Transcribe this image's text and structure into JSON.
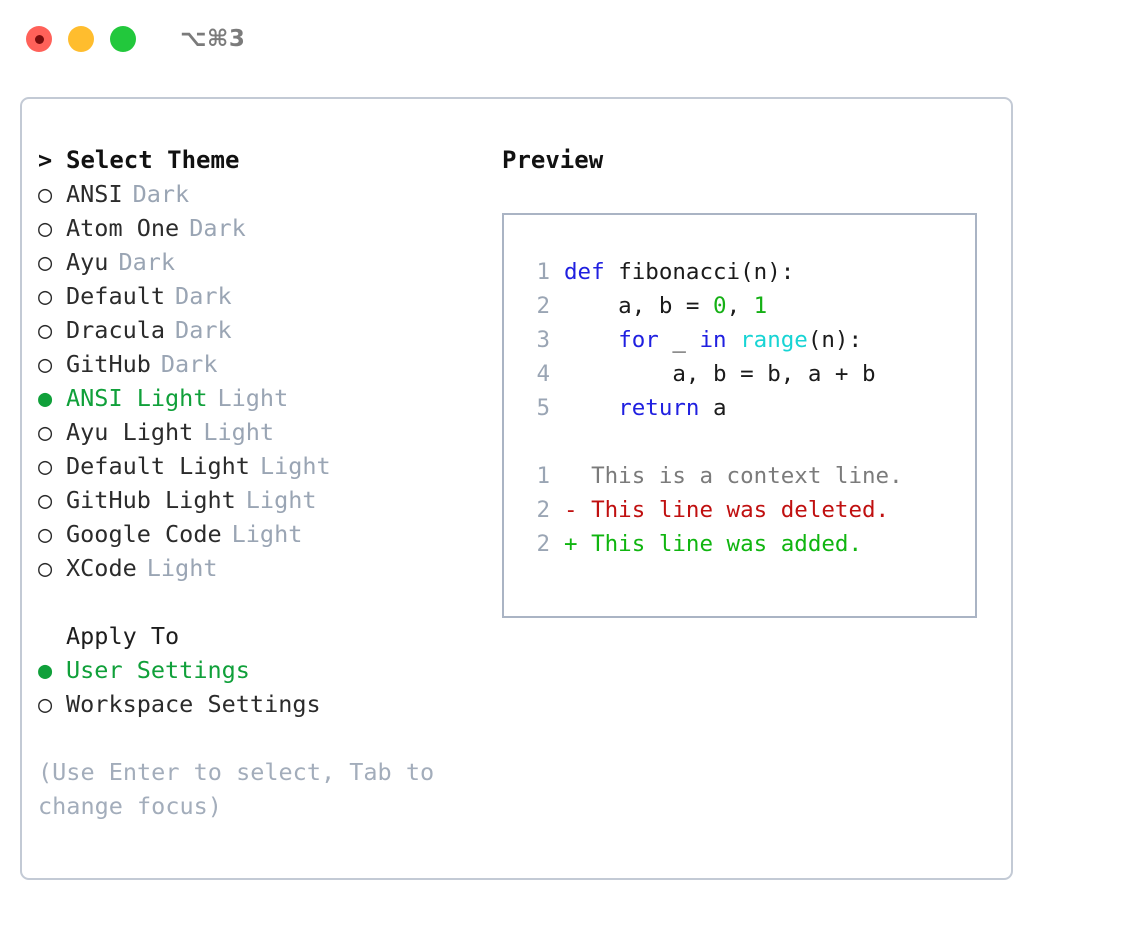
{
  "window": {
    "shortcut": "⌥⌘3",
    "traffic_lights": [
      {
        "name": "close",
        "color": "#ff6159"
      },
      {
        "name": "minimize",
        "color": "#ffbd2e"
      },
      {
        "name": "maximize",
        "color": "#22c83c"
      }
    ]
  },
  "left": {
    "header": {
      "marker": ">",
      "label": "Select Theme"
    },
    "themes": [
      {
        "marker": "○",
        "label": "ANSI",
        "suffix": "Dark",
        "selected": false
      },
      {
        "marker": "○",
        "label": "Atom One",
        "suffix": "Dark",
        "selected": false
      },
      {
        "marker": "○",
        "label": "Ayu",
        "suffix": "Dark",
        "selected": false
      },
      {
        "marker": "○",
        "label": "Default",
        "suffix": "Dark",
        "selected": false
      },
      {
        "marker": "○",
        "label": "Dracula",
        "suffix": "Dark",
        "selected": false
      },
      {
        "marker": "○",
        "label": "GitHub",
        "suffix": "Dark",
        "selected": false
      },
      {
        "marker": "●",
        "label": "ANSI Light",
        "suffix": "Light",
        "selected": true
      },
      {
        "marker": "○",
        "label": "Ayu Light",
        "suffix": "Light",
        "selected": false
      },
      {
        "marker": "○",
        "label": "Default Light",
        "suffix": "Light",
        "selected": false
      },
      {
        "marker": "○",
        "label": "GitHub Light",
        "suffix": "Light",
        "selected": false
      },
      {
        "marker": "○",
        "label": "Google Code",
        "suffix": "Light",
        "selected": false
      },
      {
        "marker": "○",
        "label": "XCode",
        "suffix": "Light",
        "selected": false
      }
    ],
    "apply_to": {
      "heading": "Apply To",
      "options": [
        {
          "marker": "●",
          "label": "User Settings",
          "selected": true
        },
        {
          "marker": "○",
          "label": "Workspace Settings",
          "selected": false
        }
      ]
    },
    "hint": "(Use Enter to select, Tab to\nchange focus)"
  },
  "right": {
    "title": "Preview",
    "code_lines": [
      {
        "no": "1",
        "tokens": [
          {
            "t": "def",
            "c": "kw"
          },
          {
            "t": " ",
            "c": "plain"
          },
          {
            "t": "fibonacci(n):",
            "c": "id"
          }
        ]
      },
      {
        "no": "2",
        "tokens": [
          {
            "t": "    a, b = ",
            "c": "id"
          },
          {
            "t": "0",
            "c": "num"
          },
          {
            "t": ", ",
            "c": "id"
          },
          {
            "t": "1",
            "c": "num"
          }
        ]
      },
      {
        "no": "3",
        "tokens": [
          {
            "t": "    ",
            "c": "plain"
          },
          {
            "t": "for",
            "c": "kw"
          },
          {
            "t": " _ ",
            "c": "id"
          },
          {
            "t": "in",
            "c": "kw"
          },
          {
            "t": " ",
            "c": "id"
          },
          {
            "t": "range",
            "c": "fn"
          },
          {
            "t": "(n):",
            "c": "id"
          }
        ]
      },
      {
        "no": "4",
        "tokens": [
          {
            "t": "        a, b = b, a + b",
            "c": "id"
          }
        ]
      },
      {
        "no": "5",
        "tokens": [
          {
            "t": "    ",
            "c": "plain"
          },
          {
            "t": "return",
            "c": "kw"
          },
          {
            "t": " a",
            "c": "id"
          }
        ]
      }
    ],
    "diff_lines": [
      {
        "no": "1",
        "sign": " ",
        "text": "This is a context line.",
        "kind": "ctx"
      },
      {
        "no": "2",
        "sign": "-",
        "text": "This line was deleted.",
        "kind": "del"
      },
      {
        "no": "2",
        "sign": "+",
        "text": "This line was added.",
        "kind": "add"
      }
    ]
  },
  "colors": {
    "accent_green": "#10a03a",
    "muted": "#9aa5b4",
    "keyword_blue": "#2020e0",
    "function_cyan": "#18d4d4",
    "number_green": "#15b015",
    "diff_delete_red": "#c01010",
    "diff_add_green": "#10b510",
    "panel_border": "#c3cad5",
    "preview_border": "#aab4c4"
  }
}
